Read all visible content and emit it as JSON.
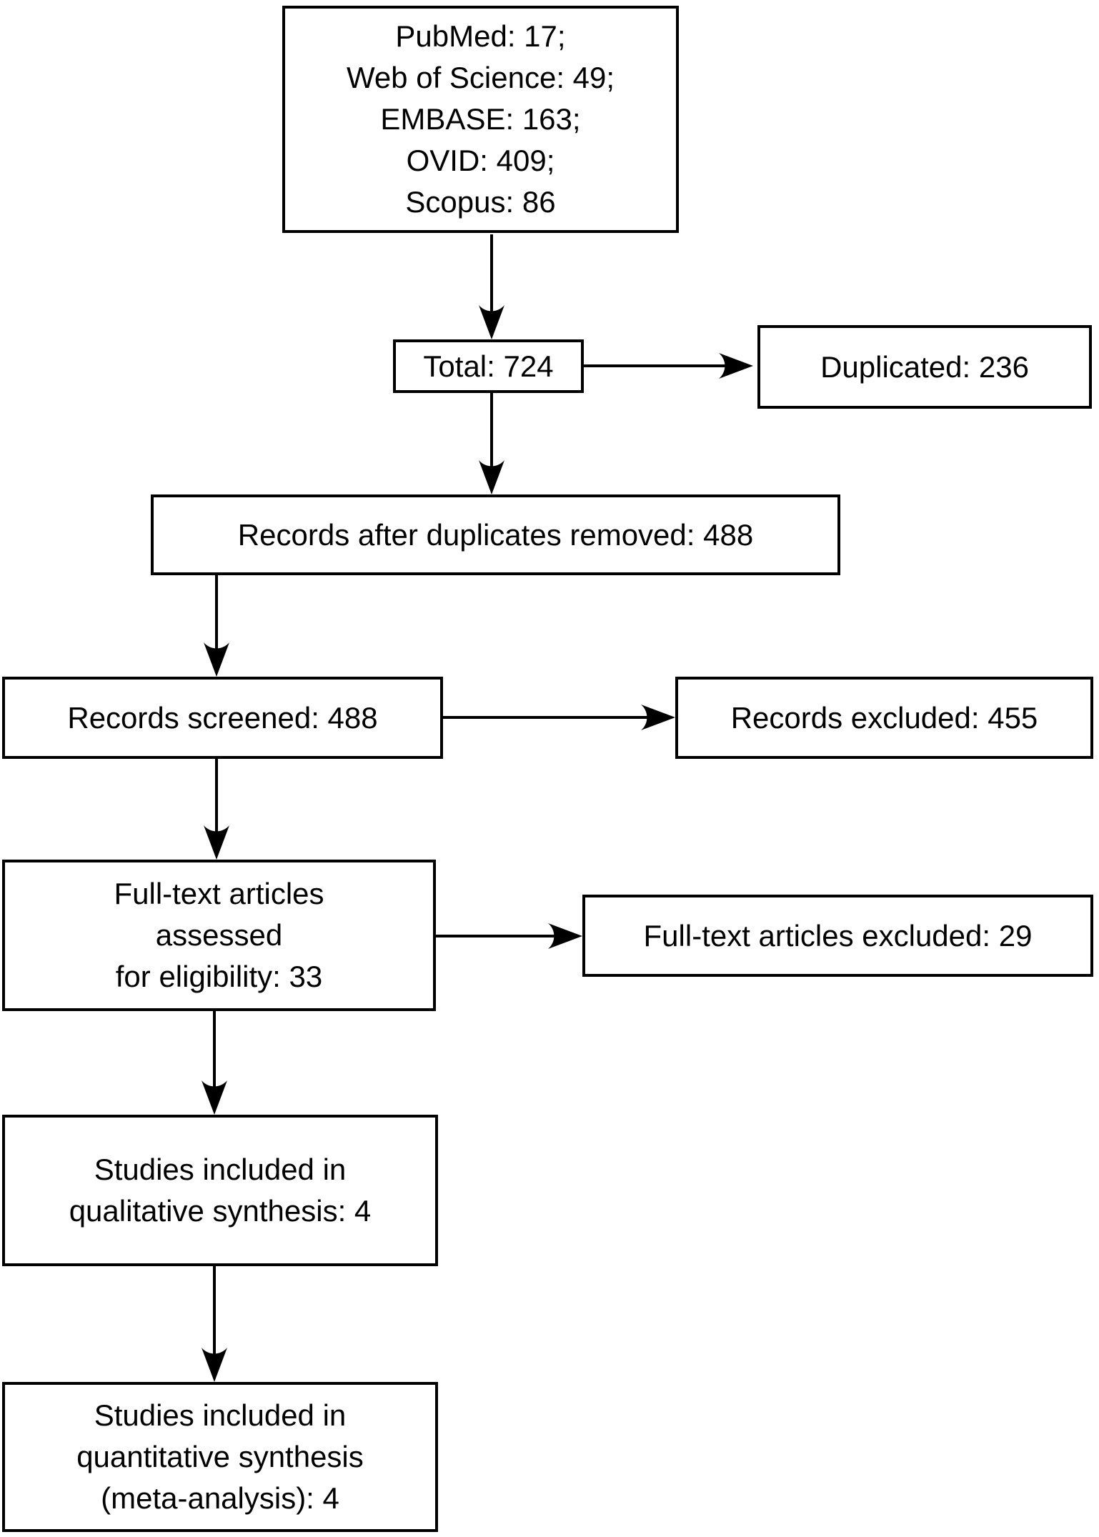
{
  "figure": {
    "type": "prisma-flow-diagram",
    "colors": {
      "line": "#000000",
      "box_fill": "#ffffff",
      "text": "#000000",
      "background": "#ffffff"
    },
    "boxes": {
      "sources": {
        "text": "PubMed: 17;\nWeb of Science: 49;\nEMBASE: 163;\nOVID: 409;\nScopus: 86"
      },
      "total": {
        "text": "Total: 724"
      },
      "duplicated": {
        "text": "Duplicated: 236"
      },
      "after_duplicates": {
        "text": "Records after duplicates removed: 488"
      },
      "screened": {
        "text": "Records screened: 488"
      },
      "records_excluded": {
        "text": "Records excluded: 455"
      },
      "fulltext_assessed": {
        "text": "Full-text articles\nassessed\nfor eligibility: 33"
      },
      "fulltext_excluded": {
        "text": "Full-text articles excluded: 29"
      },
      "qualitative": {
        "text": "Studies included in\nqualitative synthesis: 4"
      },
      "quantitative": {
        "text": "Studies included in\nquantitative synthesis\n(meta-analysis): 4"
      }
    },
    "database_counts": [
      {
        "name": "PubMed",
        "count": 17
      },
      {
        "name": "Web of Science",
        "count": 49
      },
      {
        "name": "EMBASE",
        "count": 163
      },
      {
        "name": "OVID",
        "count": 409
      },
      {
        "name": "Scopus",
        "count": 86
      }
    ],
    "stage_counts": {
      "total": 724,
      "duplicated": 236,
      "after_duplicates_removed": 488,
      "screened": 488,
      "records_excluded": 455,
      "fulltext_assessed": 33,
      "fulltext_excluded": 29,
      "qualitative_synthesis": 4,
      "quantitative_synthesis": 4
    },
    "edges": [
      {
        "from": "sources",
        "to": "total"
      },
      {
        "from": "total",
        "to": "duplicated"
      },
      {
        "from": "total",
        "to": "after_duplicates"
      },
      {
        "from": "after_duplicates",
        "to": "screened"
      },
      {
        "from": "screened",
        "to": "records_excluded"
      },
      {
        "from": "screened",
        "to": "fulltext_assessed"
      },
      {
        "from": "fulltext_assessed",
        "to": "fulltext_excluded"
      },
      {
        "from": "fulltext_assessed",
        "to": "qualitative"
      },
      {
        "from": "qualitative",
        "to": "quantitative"
      }
    ]
  }
}
